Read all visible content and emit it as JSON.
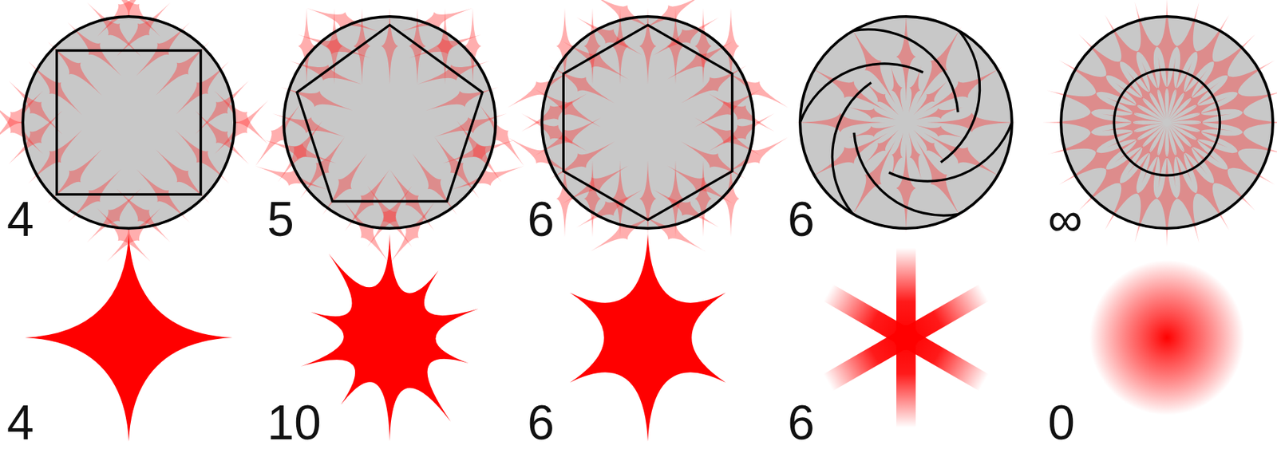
{
  "diagram": {
    "labels": [
      "4",
      "5",
      "6",
      "6",
      "∞",
      "4",
      "10",
      "6",
      "6",
      "0"
    ]
  }
}
